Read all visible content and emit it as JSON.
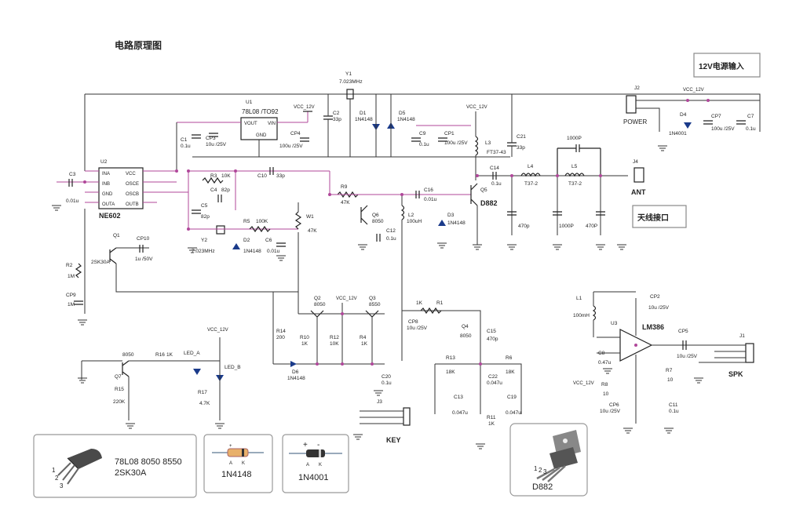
{
  "title": "电路原理图",
  "power_box": "12V电源输入",
  "antenna_box": "天线接口",
  "labels": {
    "vcc": "VCC_12V",
    "power": "POWER",
    "ant": "ANT",
    "spk": "SPK",
    "key": "KEY",
    "j1": "J1",
    "j2": "J2",
    "j3": "J3",
    "j4": "J4",
    "u1": "U1",
    "u1_part": "78L08 /TO92",
    "u1_vout": "VOUT",
    "u1_vin": "VIN",
    "u1_gnd": "GND",
    "u2": "U2",
    "u2_part": "NE602",
    "u2_pins": [
      "INA",
      "INB",
      "GND",
      "OUTA",
      "VCC",
      "OSCE",
      "OSCB",
      "OUTB"
    ],
    "u3": "U3",
    "u3_part": "LM386",
    "y1": "Y1",
    "y1_val": "7.023MHz",
    "y2": "Y2",
    "y2_val": "7.023MHz",
    "q1": "Q1",
    "q1_part": "2SK30A",
    "q2": "Q2",
    "q2_part": "8050",
    "q3": "Q3",
    "q3_part": "8550",
    "q4": "Q4",
    "q4_part": "8050",
    "q5": "Q5",
    "q5_part": "D882",
    "q6": "Q6",
    "q6_part": "8050",
    "q7": "Q7",
    "q7_part": "8050",
    "d1": "D1",
    "d1_part": "1N4148",
    "d2": "D2",
    "d2_part": "1N4148",
    "d3": "D3",
    "d3_part": "1N4148",
    "d4": "D4",
    "d4_part": "1N4001",
    "d5": "D5",
    "d5_part": "1N4148",
    "d6": "D6",
    "d6_part": "1N4148",
    "led_a": "LED_A",
    "led_b": "LED_B",
    "c1": "C1",
    "c1_val": "0.1u",
    "c2": "C2",
    "c2_val": "33p",
    "c3": "C3",
    "c3_val": "0.01u",
    "c4": "C4",
    "c4_val": "82p",
    "c5": "C5",
    "c5_val": "82p",
    "c6": "C6",
    "c6_val": "0.01u",
    "c7": "C7",
    "c7_val": "0.1u",
    "c8": "C8",
    "c8_val": "0.47u",
    "c9": "C9",
    "c9_val": "0.1u",
    "c10": "C10",
    "c10_val": "33p",
    "c11": "C11",
    "c11_val": "0.1u",
    "c12": "C12",
    "c12_val": "0.1u",
    "c13": "C13",
    "c13_val": "0.047u",
    "c14": "C14",
    "c14_val": "0.1u",
    "c15": "C15",
    "c15_val": "470p",
    "c16": "C16",
    "c16_val": "0.01u",
    "c19": "C19",
    "c19_val": "0.047u",
    "c20": "C20",
    "c20_val": "0.1u",
    "c21": "C21",
    "c21_val": "33p",
    "c22": "C22",
    "c22_val": "0.047u",
    "cp1": "CP1",
    "cp1_val": "100u /25V",
    "cp2": "CP2",
    "cp2_val": "10u /25V",
    "cp3": "CP3",
    "cp3_val": "10u /25V",
    "cp4": "CP4",
    "cp4_val": "100u /25V",
    "cp5": "CP5",
    "cp5_val": "10u /25V",
    "cp6": "CP6",
    "cp6_val": "10u /25V",
    "cp7": "CP7",
    "cp7_val": "100u /25V",
    "cp8": "CP8",
    "cp8_val": "10u /25V",
    "cp9": "CP9",
    "cp9_val": "1M",
    "cp10": "CP10",
    "cp10_val": "1u /50V",
    "r1": "R1",
    "r1_val": "1K",
    "r2": "R2",
    "r2_val": "1M",
    "r3": "R3",
    "r3_val": "10K",
    "r4": "R4",
    "r4_val": "1K",
    "r5": "R5",
    "r5_val": "100K",
    "r6": "R6",
    "r6_val": "18K",
    "r7": "R7",
    "r7_val": "10",
    "r8": "R8",
    "r8_val": "10",
    "r9": "R9",
    "r9_val": "47K",
    "r10": "R10",
    "r10_val": "1K",
    "r11": "R11",
    "r11_val": "1K",
    "r12": "R12",
    "r12_val": "10K",
    "r13": "R13",
    "r13_val": "18K",
    "r14": "R14",
    "r14_val": "200",
    "r15": "R15",
    "r15_val": "220K",
    "r16": "R16",
    "r16_val": "1K",
    "r17": "R17",
    "r17_val": "4.7K",
    "w1": "W1",
    "w1_val": "47K",
    "l1": "L1",
    "l1_val": "100mH",
    "l2": "L2",
    "l2_val": "100uH",
    "l3": "L3",
    "l3_val": "FT37-43",
    "l4": "L4",
    "l4_val": "T37-2",
    "l5": "L5",
    "l5_val": "T37-2",
    "cap_1000p_top": "1000P",
    "cap_470p_a": "470p",
    "cap_1000p_b": "1000P",
    "cap_470p_c": "470P"
  },
  "legend": {
    "to92_parts": "78L08  8050  8550",
    "to92_parts2": "2SK30A",
    "d1n4148": "1N4148",
    "d1n4001": "1N4001",
    "d882": "D882",
    "pin_nums": [
      "1",
      "2",
      "3"
    ],
    "diode_anode": "A",
    "diode_cathode": "K",
    "plus": "+",
    "minus": "-"
  }
}
